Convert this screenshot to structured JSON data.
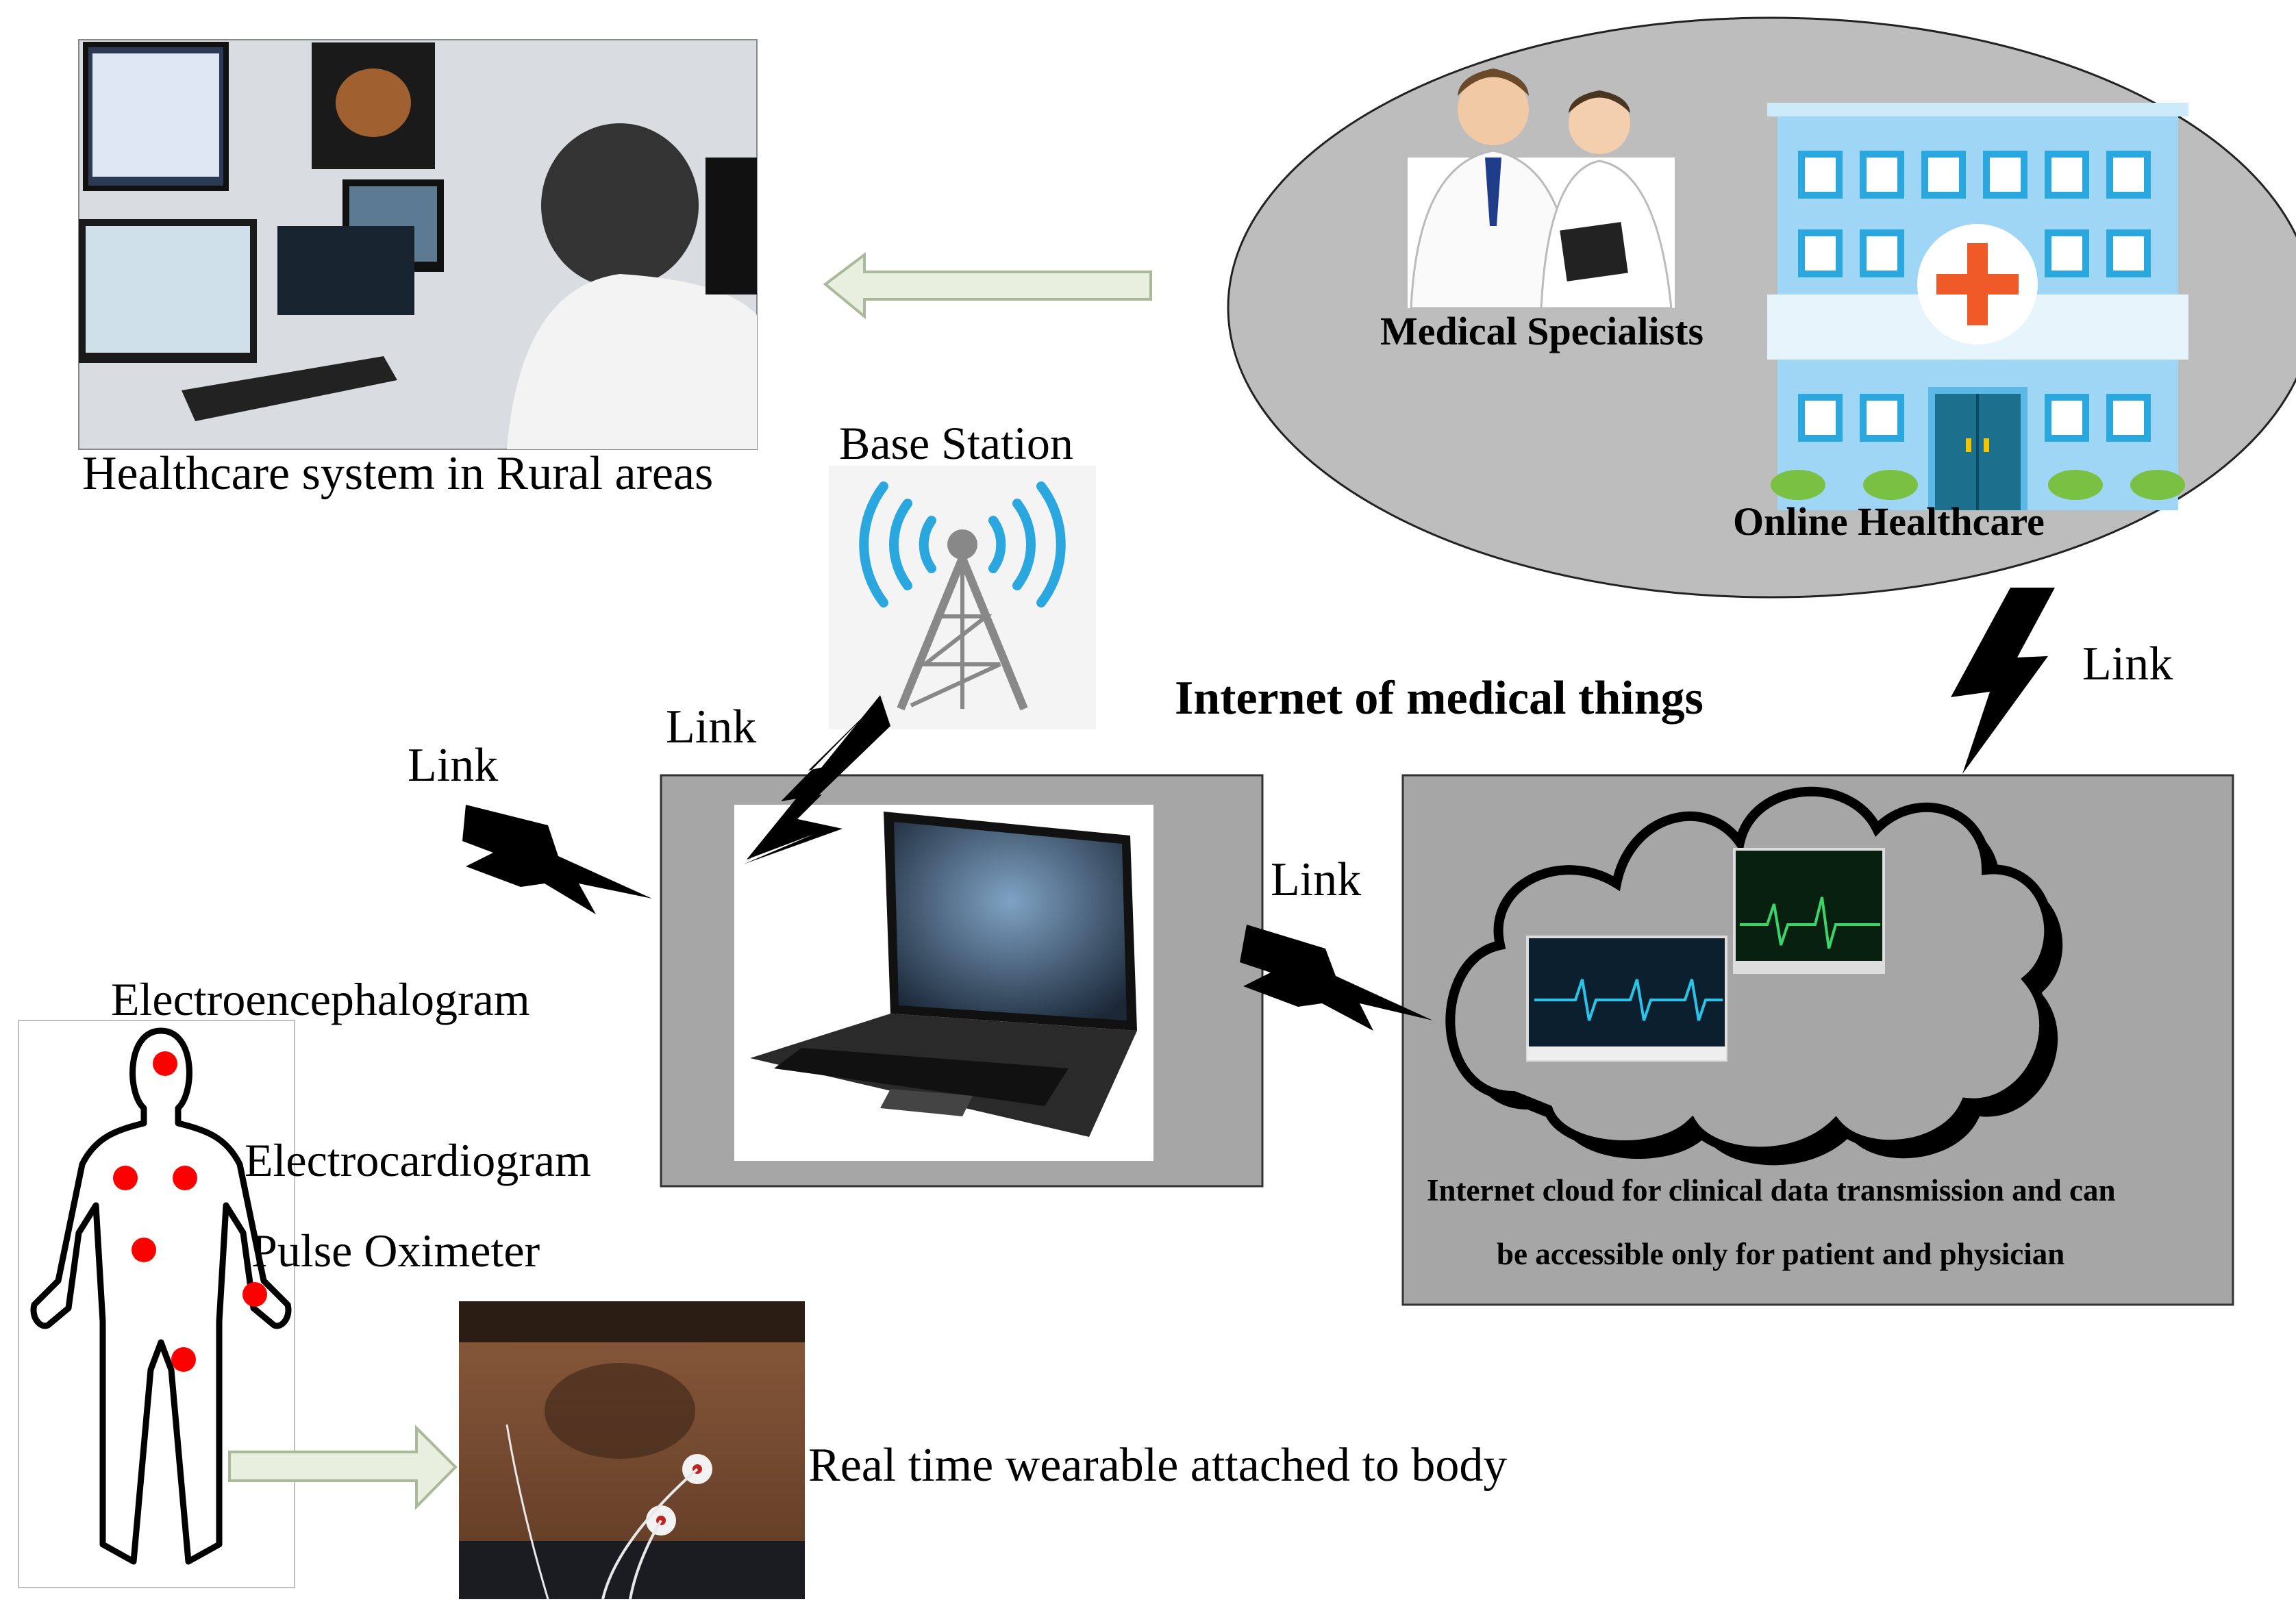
{
  "labels": {
    "rural": "Healthcare system in Rural areas",
    "base_station": "Base Station",
    "medical_specialists": "Medical Specialists",
    "online_healthcare": "Online Healthcare",
    "iomt": "Internet of medical things",
    "link_bs": "Link",
    "link_left": "Link",
    "link_mid": "Link",
    "link_right": "Link",
    "cloud_line1": "Internet cloud for clinical data transmission and can",
    "cloud_line2": "be accessible only for patient and physician",
    "eeg": "Electroencephalogram",
    "ecg": "Electrocardiogram",
    "pulse": "Pulse Oximeter",
    "wearable": "Real time wearable attached to body"
  },
  "colors": {
    "panel_gray": "#a6a6a6",
    "ellipse_gray": "#bdbdbd",
    "sensor_red": "#ff0000",
    "arrow_fill": "#e8efdf",
    "arrow_stroke": "#a9b99a",
    "hospital_blue": "#9fd6f5",
    "hospital_cross": "#f05a28",
    "signal_blue": "#2aa7df"
  },
  "icons": {
    "lightning": "lightning-bolt-icon",
    "antenna": "radio-tower-icon",
    "laptop": "laptop-icon",
    "cloud": "cloud-icon",
    "hospital": "hospital-building-icon",
    "body": "human-body-outline-icon"
  }
}
